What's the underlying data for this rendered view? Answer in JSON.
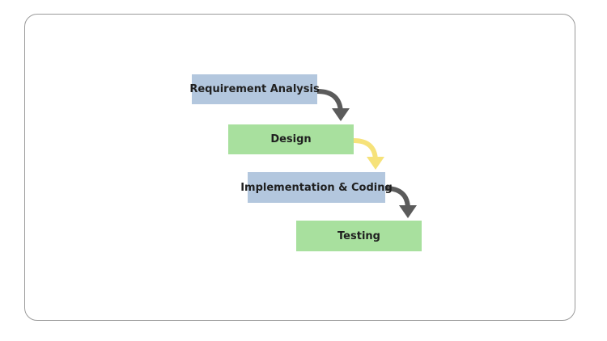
{
  "diagram": {
    "steps": [
      {
        "label": "Requirement Analysis",
        "color": "#b3c7de"
      },
      {
        "label": "Design",
        "color": "#a8e09e"
      },
      {
        "label": "Implementation & Coding",
        "color": "#b3c7de"
      },
      {
        "label": "Testing",
        "color": "#a8e09e"
      }
    ],
    "arrow_colors": [
      "#5b5b5b",
      "#f6e27a",
      "#5b5b5b"
    ]
  }
}
